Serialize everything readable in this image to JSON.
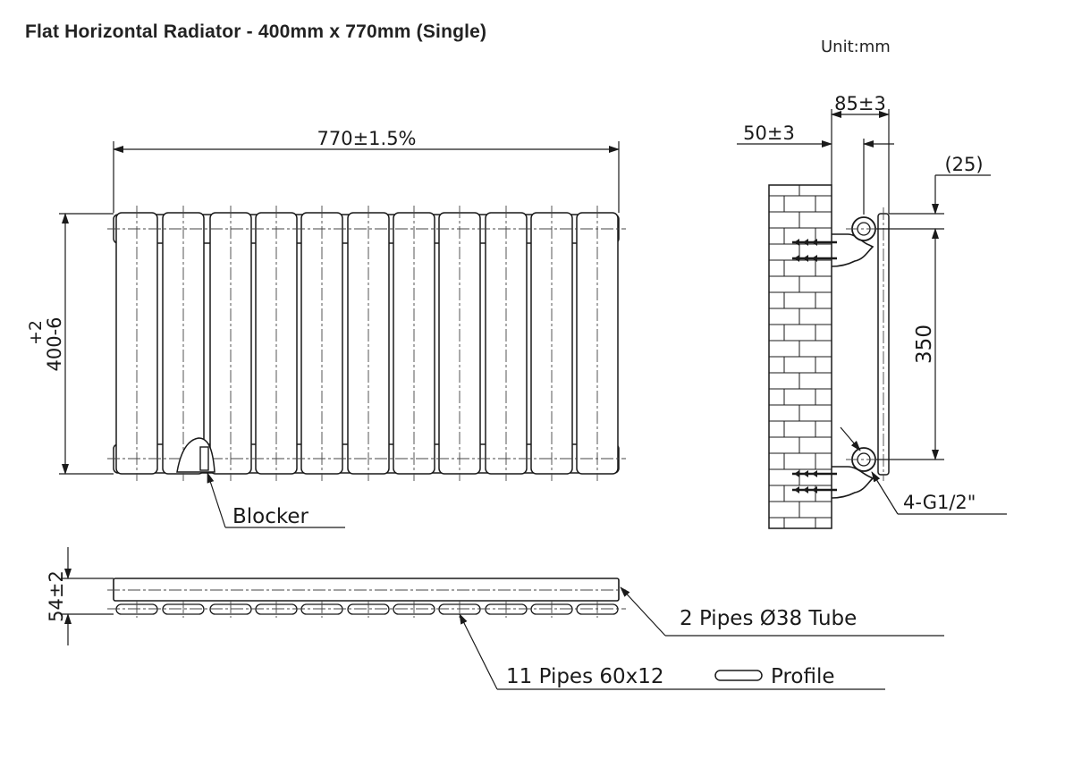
{
  "title": "Flat Horizontal Radiator - 400mm x 770mm (Single)",
  "unit": "Unit:mm",
  "front_view": {
    "width_dim": "770±1.5%",
    "height_dim_tol": "+2",
    "height_dim": "400-6",
    "blocker_label": "Blocker"
  },
  "side_view": {
    "depth_dim": "85±3",
    "wall_gap_dim": "50±3",
    "offset_dim": "(25)",
    "centres_dim": "350",
    "connection_label": "4-G1/2\""
  },
  "top_view": {
    "depth_dim": "54±2",
    "pipes_label": "2 Pipes Ø38 Tube",
    "profile_label_start": "11 Pipes 60x12",
    "profile_label_end": "Profile"
  }
}
